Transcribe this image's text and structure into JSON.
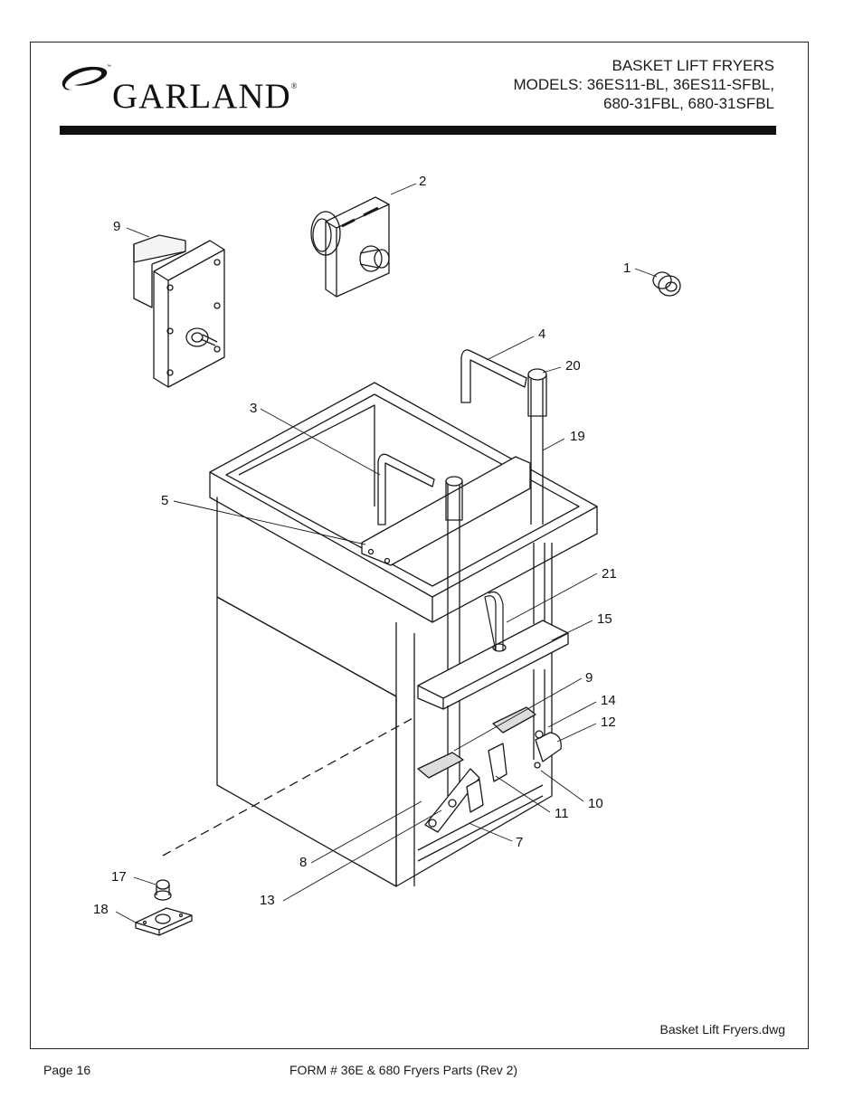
{
  "brand": {
    "name": "GARLAND",
    "registered": "®"
  },
  "title": {
    "line1": "BASKET LIFT FRYERS",
    "line2": "MODELS: 36ES11-BL, 36ES11-SFBL,",
    "line3": "680-31FBL, 680-31SFBL"
  },
  "callouts": {
    "c1": "1",
    "c2": "2",
    "c3": "3",
    "c4": "4",
    "c5": "5",
    "c7": "7",
    "c8": "8",
    "c9a": "9",
    "c9b": "9",
    "c10": "10",
    "c11": "11",
    "c12": "12",
    "c13": "13",
    "c14": "14",
    "c15": "15",
    "c17": "17",
    "c18": "18",
    "c19": "19",
    "c20": "20",
    "c21": "21"
  },
  "drawing_file": "Basket Lift Fryers.dwg",
  "footer": {
    "page": "Page 16",
    "form": "FORM # 36E & 680  Fryers Parts (Rev 2)"
  }
}
